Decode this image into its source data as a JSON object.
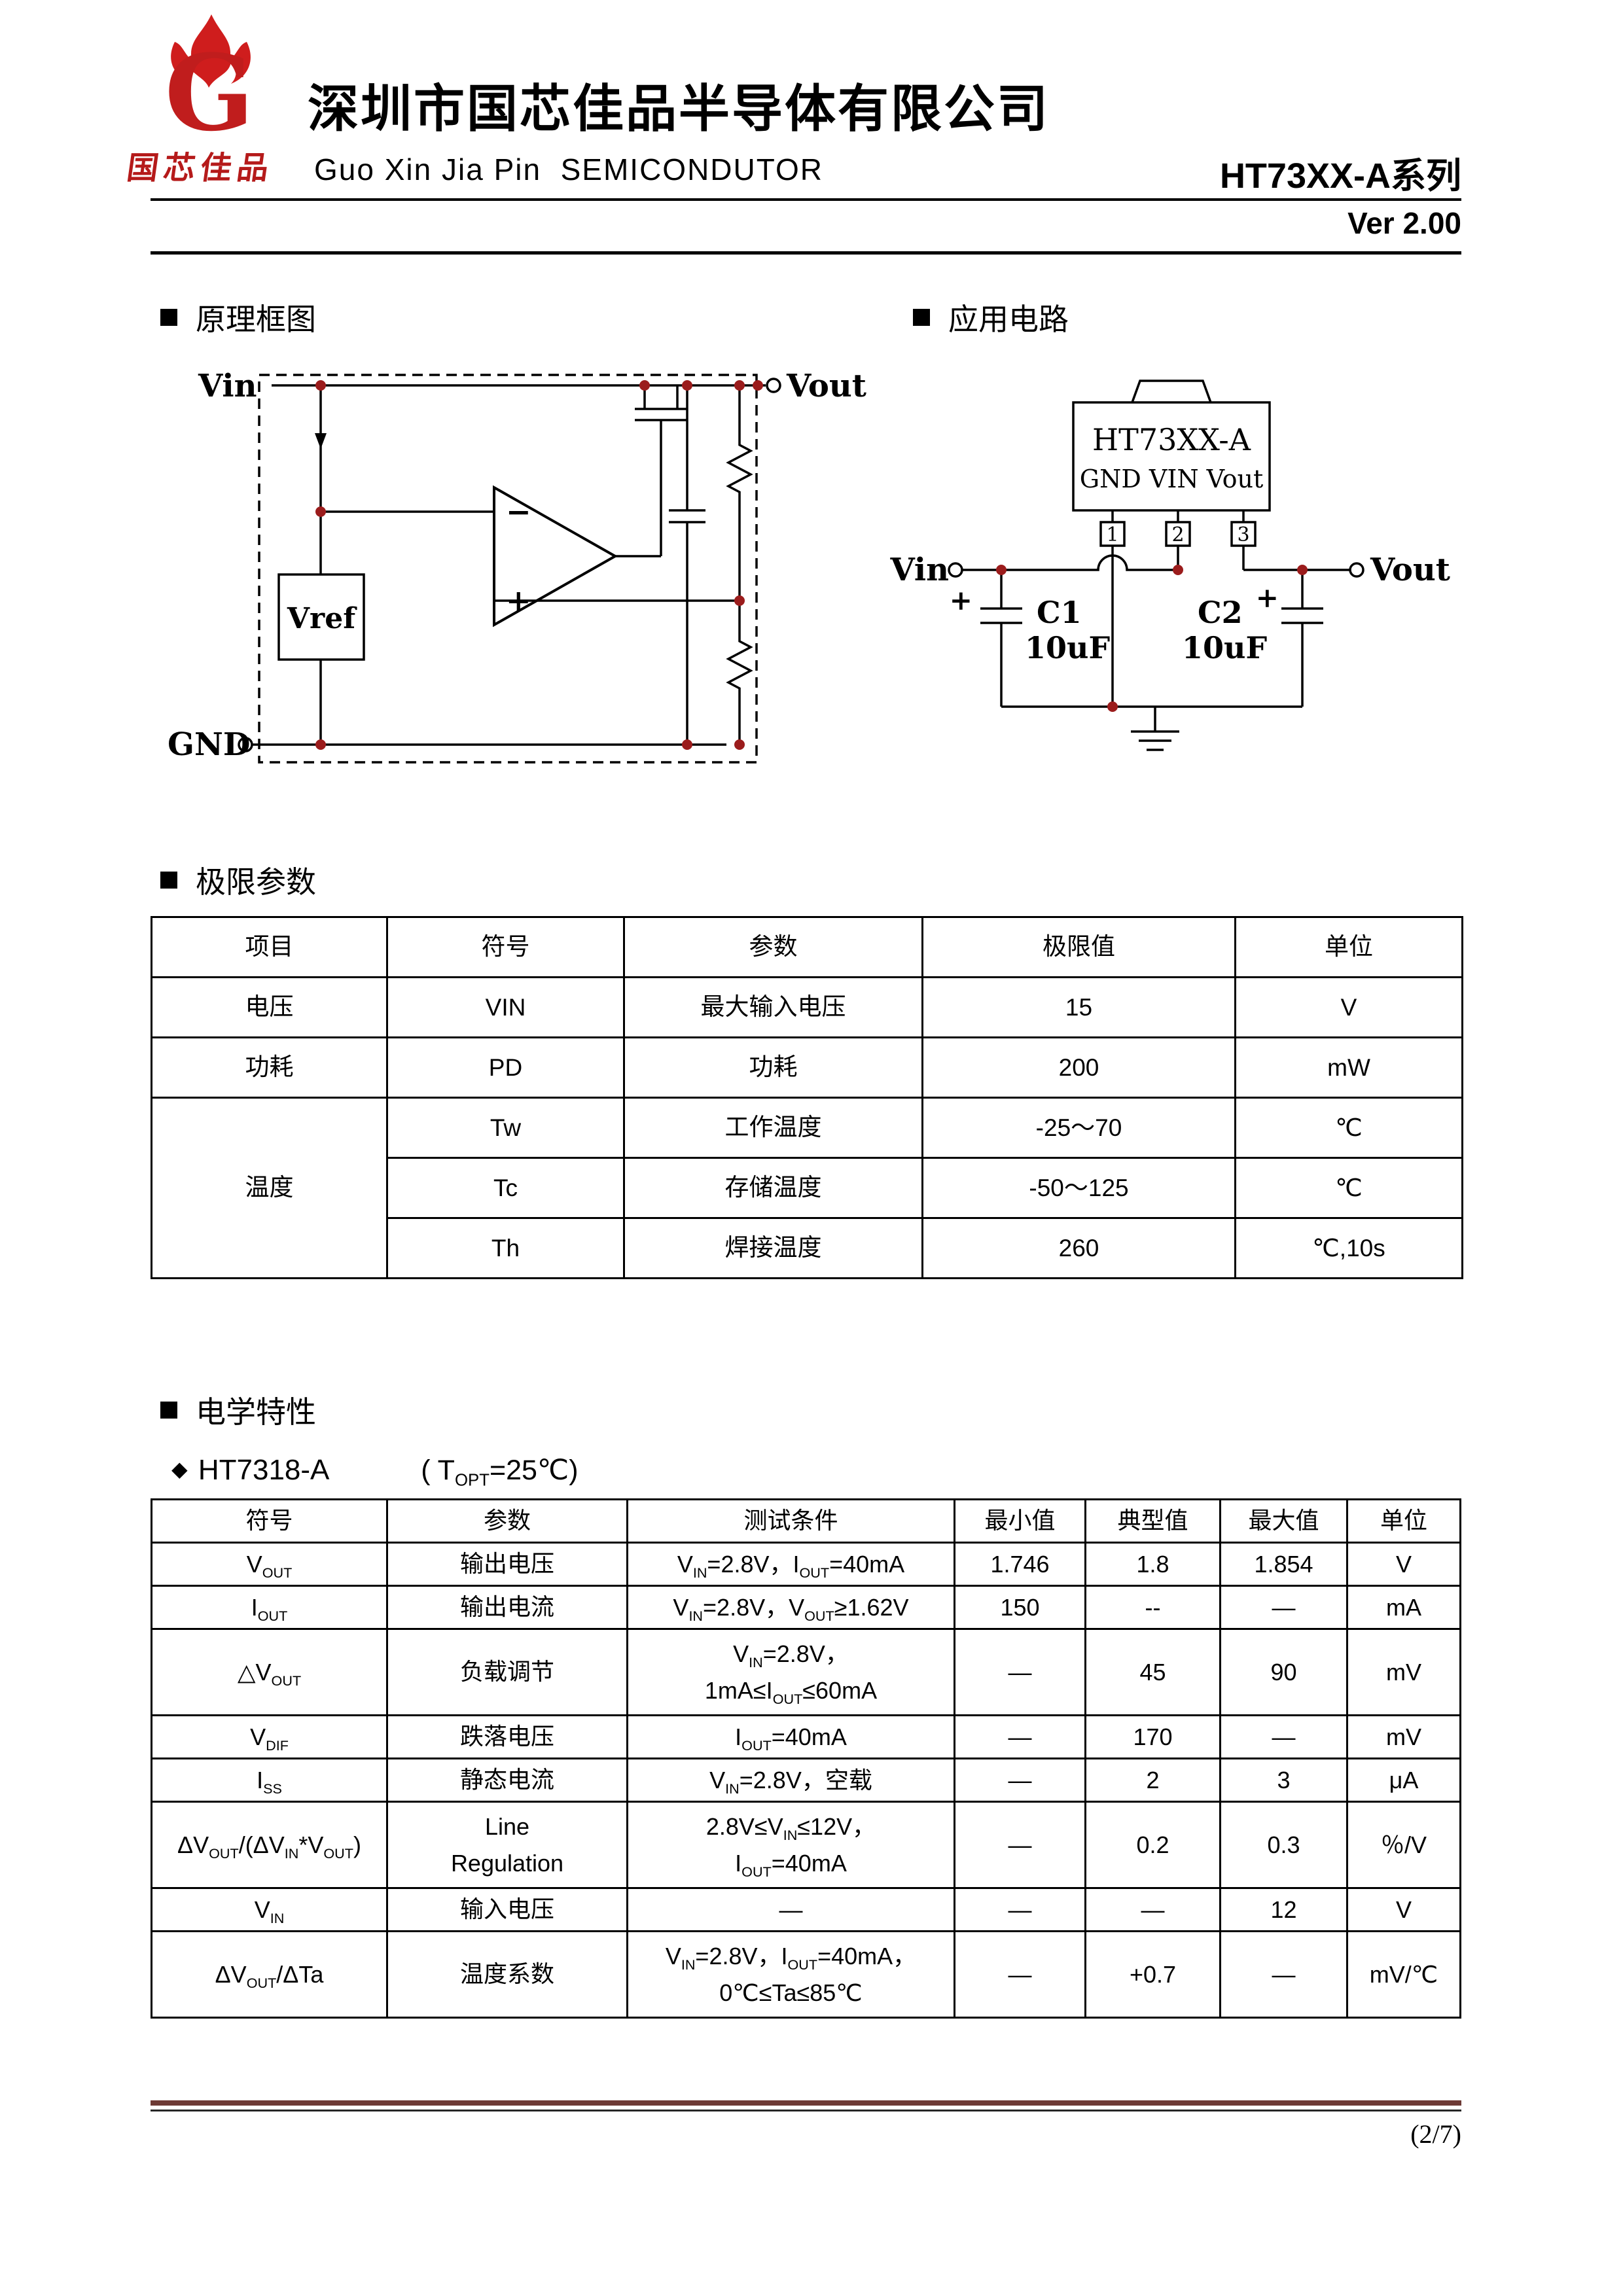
{
  "header": {
    "logo_letter": "G",
    "logo_text": "国芯佳品",
    "company_cn": "深圳市国芯佳品半导体有限公司",
    "company_en": "Guo Xin Jia Pin  SEMICONDUTOR",
    "series": "HT73XX-A",
    "series_suffix": "系列",
    "version": "Ver 2.00"
  },
  "sections": {
    "block_diagram": "原理框图",
    "app_circuit": "应用电路",
    "limits": "极限参数",
    "electrical": "电学特性"
  },
  "block_diagram": {
    "vin": "Vin",
    "vout": "Vout",
    "gnd": "GND",
    "vref": "Vref",
    "minus": "−",
    "plus": "+"
  },
  "app_circuit": {
    "part": "HT73XX-A",
    "pins": "GND VIN Vout",
    "pin1": "1",
    "pin2": "2",
    "pin3": "3",
    "vin": "Vin",
    "vout": "Vout",
    "c1": "C1",
    "c1_value": "10uF",
    "c2": "C2",
    "c2_value": "10uF",
    "c1_polarity": "+",
    "c2_polarity": "+"
  },
  "limits": {
    "headers": [
      "项目",
      "符号",
      "参数",
      "极限值",
      "单位"
    ],
    "rows": [
      {
        "item": "电压",
        "symbol": "VIN",
        "param": "最大输入电压",
        "value": "15",
        "unit": "V"
      },
      {
        "item": "功耗",
        "symbol": "PD",
        "param": "功耗",
        "value": "200",
        "unit": "mW"
      },
      {
        "item": "温度",
        "symbol": "Tw",
        "param": "工作温度",
        "value": "-25～70",
        "unit": "℃"
      },
      {
        "symbol": "Tc",
        "param": "存储温度",
        "value": "-50～125",
        "unit": "℃"
      },
      {
        "symbol": "Th",
        "param": "焊接温度",
        "value": "260",
        "unit": "℃,10s"
      }
    ]
  },
  "electrical": {
    "part_bullet": "◆",
    "part": "HT7318-A",
    "condition": [
      "( T",
      "_OPT",
      "=25℃)"
    ],
    "headers": [
      "符号",
      "参数",
      "测试条件",
      "最小值",
      "典型值",
      "最大值",
      "单位"
    ],
    "rows": [
      {
        "symbol": [
          "V",
          "_OUT"
        ],
        "param": "输出电压",
        "cond": [
          "V",
          "_IN",
          "=2.8V，I",
          "_OUT",
          "=40mA"
        ],
        "min": "1.746",
        "typ": "1.8",
        "max": "1.854",
        "unit": "V"
      },
      {
        "symbol": [
          "I",
          "_OUT"
        ],
        "param": "输出电流",
        "cond": [
          "V",
          "_IN",
          "=2.8V，V",
          "_OUT",
          "≥1.62V"
        ],
        "min": "150",
        "typ": "--",
        "max": "—",
        "unit": "mA"
      },
      {
        "symbol": [
          "△V",
          "_OUT"
        ],
        "param": "负载调节",
        "cond": [
          "V",
          "_IN",
          "=2.8V，\n1mA≤I",
          "_OUT",
          "≤60mA"
        ],
        "min": "—",
        "typ": "45",
        "max": "90",
        "unit": "mV"
      },
      {
        "symbol": [
          "V",
          "_DIF"
        ],
        "param": "跌落电压",
        "cond": [
          "I",
          "_OUT",
          "=40mA"
        ],
        "min": "—",
        "typ": "170",
        "max": "—",
        "unit": "mV"
      },
      {
        "symbol": [
          "I",
          "_SS"
        ],
        "param": "静态电流",
        "cond": [
          "V",
          "_IN",
          "=2.8V，空载"
        ],
        "min": "—",
        "typ": "2",
        "max": "3",
        "unit": "μA"
      },
      {
        "symbol": [
          "ΔV",
          "_OUT",
          "/(ΔV",
          "_IN",
          "*V",
          "_OUT",
          ")"
        ],
        "param": "Line\nRegulation",
        "cond": [
          "2.8V≤V",
          "_IN",
          "≤12V，\nI",
          "_OUT",
          "=40mA"
        ],
        "min": "—",
        "typ": "0.2",
        "max": "0.3",
        "unit": "％/V"
      },
      {
        "symbol": [
          "V",
          "_IN"
        ],
        "param": "输入电压",
        "cond": [
          "—"
        ],
        "min": "—",
        "typ": "—",
        "max": "12",
        "unit": "V"
      },
      {
        "symbol": [
          "ΔV",
          "_OUT",
          "/ΔTa"
        ],
        "param": "温度系数",
        "cond": [
          "V",
          "_IN",
          "=2.8V，I",
          "_OUT",
          "=40mA，\n0℃≤Ta≤85℃"
        ],
        "min": "—",
        "typ": "+0.7",
        "max": "—",
        "unit": "mV/℃"
      }
    ]
  },
  "footer": {
    "page_number": "(2/7)"
  }
}
